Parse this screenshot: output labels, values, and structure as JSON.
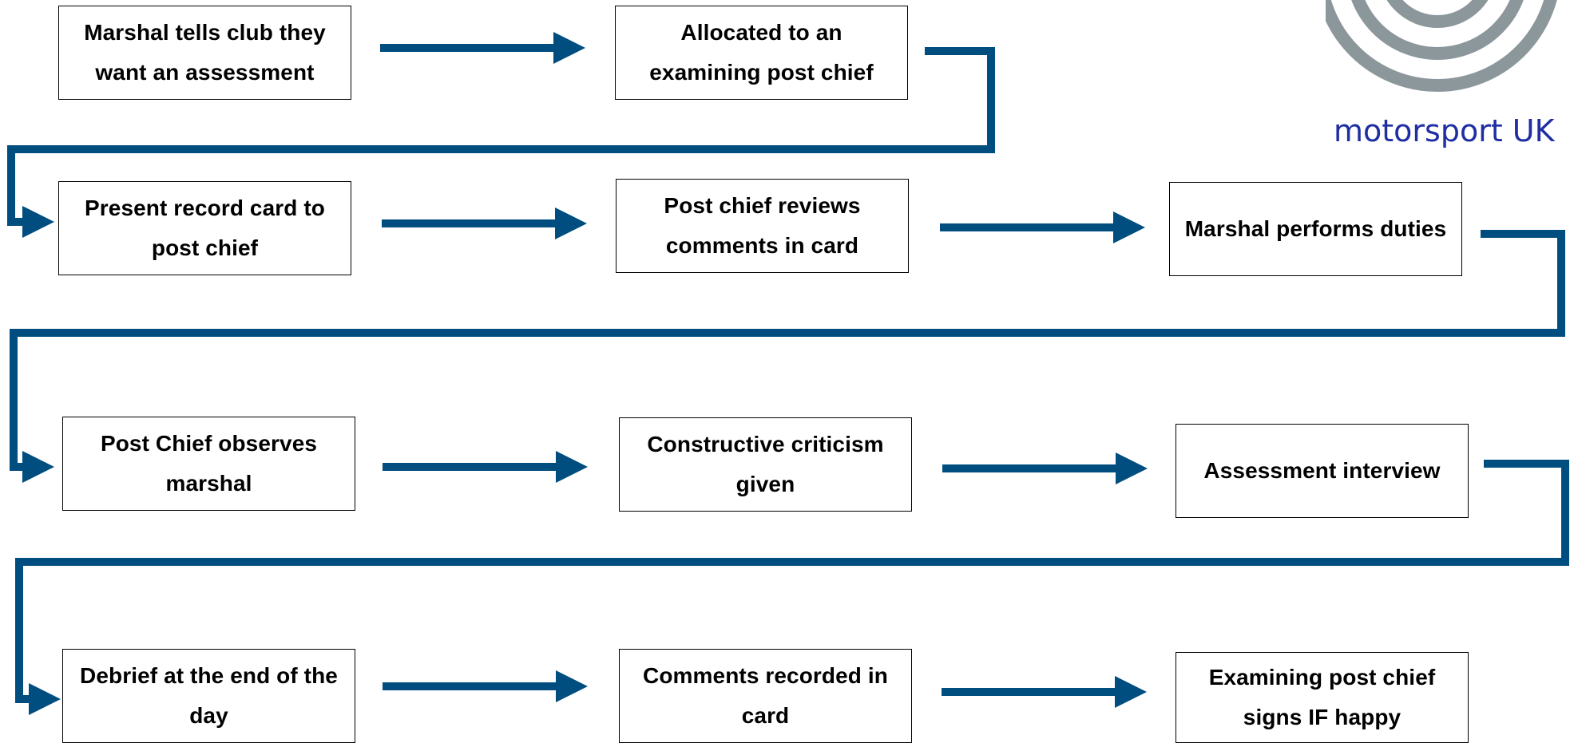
{
  "colors": {
    "connector": "#004d7f",
    "logo_rings": "#8c979c",
    "logo_text": "#1e2ea3"
  },
  "logo": {
    "icon": "concentric-rings-logo-icon",
    "text": "motorsport UK"
  },
  "steps": [
    {
      "text": "Marshal tells club they want an assessment"
    },
    {
      "text": "Allocated to an examining post chief"
    },
    {
      "text": "Present record card to post chief"
    },
    {
      "text": "Post chief reviews comments in card"
    },
    {
      "text": "Marshal performs duties"
    },
    {
      "text": "Post Chief observes marshal"
    },
    {
      "text": "Constructive criticism given"
    },
    {
      "text": "Assessment interview"
    },
    {
      "text": "Debrief at the end of the day"
    },
    {
      "text": "Comments recorded in card"
    },
    {
      "text": "Examining post chief signs IF happy"
    }
  ]
}
